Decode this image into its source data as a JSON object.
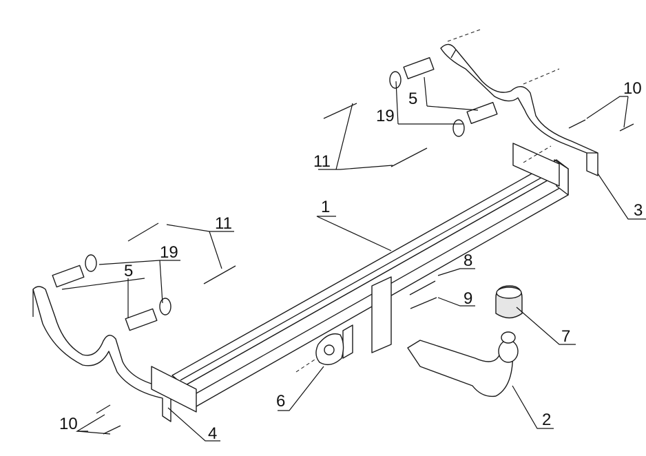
{
  "callouts": [
    {
      "id": "c1",
      "label": "1"
    },
    {
      "id": "c2",
      "label": "2"
    },
    {
      "id": "c3",
      "label": "3"
    },
    {
      "id": "c4",
      "label": "4"
    },
    {
      "id": "c5a",
      "label": "5"
    },
    {
      "id": "c5b",
      "label": "5"
    },
    {
      "id": "c6",
      "label": "6"
    },
    {
      "id": "c7",
      "label": "7"
    },
    {
      "id": "c8",
      "label": "8"
    },
    {
      "id": "c9",
      "label": "9"
    },
    {
      "id": "c10a",
      "label": "10"
    },
    {
      "id": "c10b",
      "label": "10"
    },
    {
      "id": "c11a",
      "label": "11"
    },
    {
      "id": "c11b",
      "label": "11"
    },
    {
      "id": "c19a",
      "label": "19"
    },
    {
      "id": "c19b",
      "label": "19"
    }
  ]
}
